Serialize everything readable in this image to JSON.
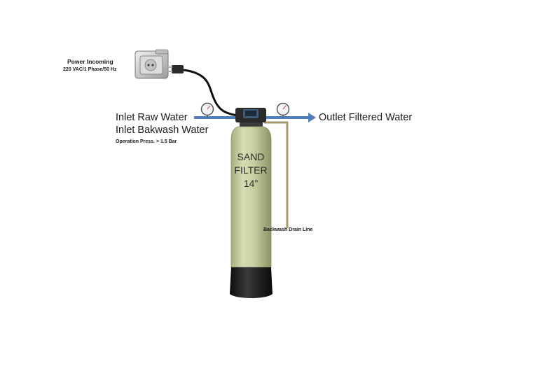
{
  "labels": {
    "power_title": "Power Incoming",
    "power_spec": "220 VAC/1 Phase/50 Hz",
    "inlet_raw": "Inlet Raw Water",
    "inlet_backwash": "Inlet Bakwash Water",
    "operation_press": "Operation Press. > 1.5 Bar",
    "outlet": "Outlet Filtered Water",
    "drain": "Backwash Drain Line"
  },
  "tank": {
    "line1": "SAND",
    "line2": "FILTER",
    "line3": "14”"
  },
  "icons": [
    "power-outlet-icon",
    "power-plug-icon",
    "pressure-gauge-icon",
    "control-valve-icon"
  ],
  "colors": {
    "pipe": "#4f7fbf",
    "drain_line": "#a89a6a",
    "tank_body": "#c8cfa2",
    "tank_base": "#1e1e1e",
    "cable": "#111111"
  }
}
